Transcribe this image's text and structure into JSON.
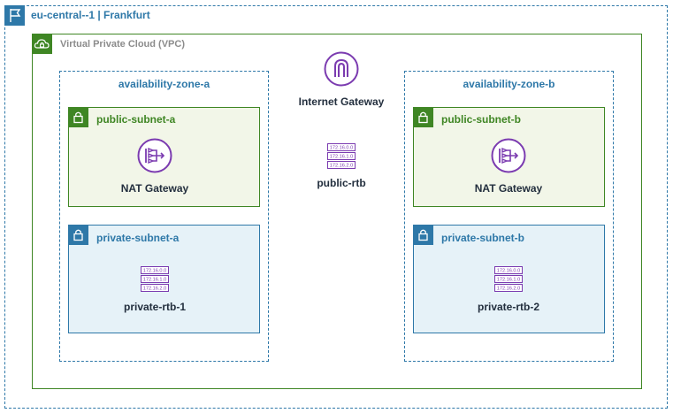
{
  "region": {
    "label": "eu-central--1 | Frankfurt"
  },
  "vpc": {
    "label": "Virtual Private Cloud (VPC)"
  },
  "igw": {
    "label": "Internet Gateway"
  },
  "public_rtb": {
    "label": "public-rtb"
  },
  "route_table_lines": [
    "172.16.0.0",
    "172.16.1.0",
    "172.16.2.0"
  ],
  "zone_a": {
    "label": "availability-zone-a",
    "public_subnet": "public-subnet-a",
    "nat": "NAT Gateway",
    "private_subnet": "private-subnet-a",
    "private_rtb": "private-rtb-1"
  },
  "zone_b": {
    "label": "availability-zone-b",
    "public_subnet": "public-subnet-b",
    "nat": "NAT Gateway",
    "private_subnet": "private-subnet-b",
    "private_rtb": "private-rtb-2"
  },
  "colors": {
    "region": "#2e78a8",
    "vpc": "#3f8624",
    "icon_purple": "#7b3bb0",
    "public_fill": "#f2f6e8",
    "private_fill": "#e6f2f8"
  }
}
